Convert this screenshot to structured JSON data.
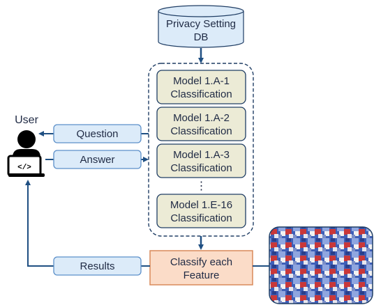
{
  "database": {
    "line1": "Privacy Setting",
    "line2": "DB"
  },
  "models": [
    {
      "line1": "Model 1.A-1",
      "line2": "Classification"
    },
    {
      "line1": "Model 1.A-2",
      "line2": "Classification"
    },
    {
      "line1": "Model 1.A-3",
      "line2": "Classification"
    },
    {
      "line1": "Model 1.E-16",
      "line2": "Classification"
    }
  ],
  "ellipsis": "⋮",
  "user": {
    "label": "User",
    "icon": "developer-icon",
    "code_glyph": "</>"
  },
  "flows": {
    "question": "Question",
    "answer": "Answer",
    "results": "Results"
  },
  "classifier": {
    "line1": "Classify each",
    "line2": "Feature"
  },
  "feature_image": {
    "description_icon": "feature-mosaic-image"
  },
  "colors": {
    "model_fill": "#ecebd6",
    "model_stroke": "#1f3d64",
    "flow_fill": "#dcebf9",
    "flow_stroke": "#5b8fc9",
    "db_fill": "#dcebf9",
    "classifier_fill": "#fbdcc8",
    "classifier_stroke": "#d98a5a",
    "arrow": "#1f4f82",
    "dash": "#1f3d64"
  }
}
